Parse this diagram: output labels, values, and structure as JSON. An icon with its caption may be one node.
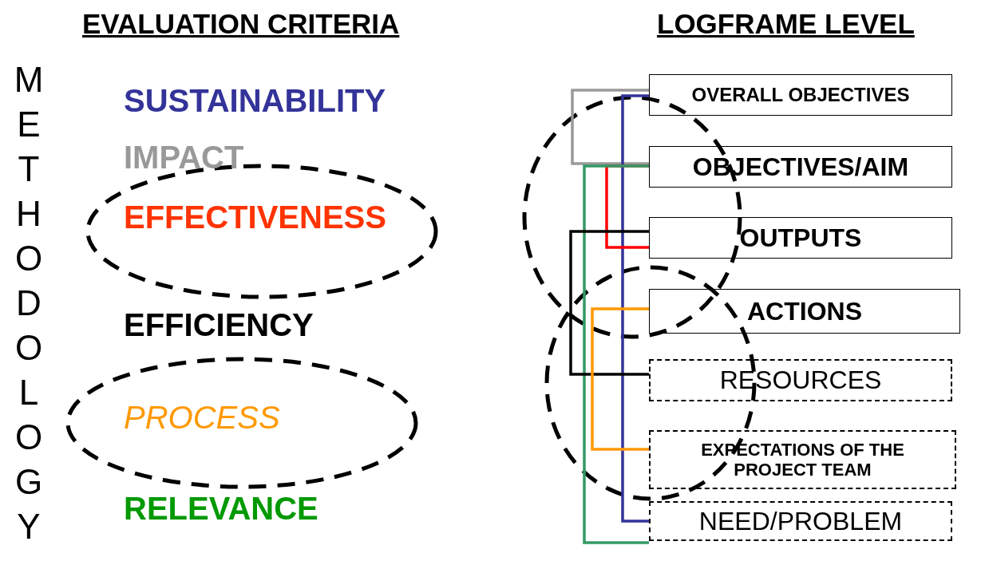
{
  "diagram": {
    "nodes": [
      {
        "text": [
          "OVERALL OBJECTIVES"
        ]
      },
      {
        "text": [
          "OBJECTIVES/AIM"
        ]
      },
      {
        "text": [
          "OUTPUTS"
        ]
      },
      {
        "text": [
          "ACTIONS"
        ]
      },
      {
        "text": [
          "RESOURCES"
        ]
      },
      {
        "text": [
          "EXPECTATIONS OF THE PROJECT TEAM"
        ]
      },
      {
        "text": [
          "NEED/PROBLEM"
        ]
      }
    ],
    "edges": [
      {
        "from": 0,
        "to": 1,
        "arrow": "none",
        "color": "#999999"
      },
      {
        "from": 0,
        "to": 6,
        "arrow": "none",
        "color": "#333399"
      },
      {
        "from": 1,
        "to": 2,
        "arrow": "none",
        "color": "#ff0000"
      },
      {
        "from": 1,
        "to": 6,
        "arrow": "none",
        "color": "#339966"
      },
      {
        "from": 2,
        "to": 4,
        "arrow": "none",
        "color": "#000000"
      },
      {
        "from": 3,
        "to": 5,
        "arrow": "none",
        "color": "#ff9900"
      }
    ],
    "labels": [
      "EVALUATION CRITERIA",
      "LOGFRAME LEVEL",
      "METHODOLOGY",
      "SUSTAINABILITY",
      "IMPACT",
      "EFFECTIVENESS",
      "EFFICIENCY",
      "PROCESS",
      "RELEVANCE"
    ]
  }
}
